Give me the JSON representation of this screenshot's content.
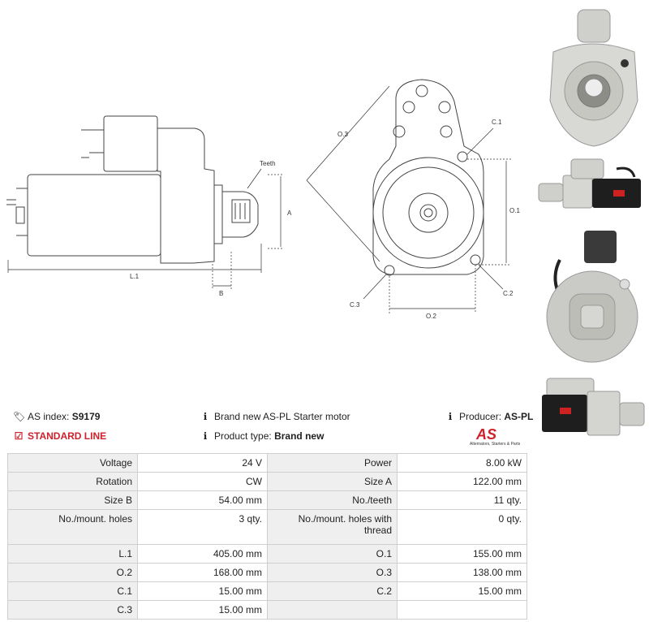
{
  "drawing_labels": {
    "teeth": "Teeth",
    "a": "A",
    "b": "B",
    "l1": "L.1",
    "o1": "O.1",
    "o2": "O.2",
    "o3": "O.3",
    "c1": "C.1",
    "c2": "C.2",
    "c3": "C.3"
  },
  "info": {
    "as_index_label": "AS index:",
    "as_index_value": "S9179",
    "line": "STANDARD LINE",
    "description": "Brand new AS-PL Starter motor",
    "product_type_label": "Product type:",
    "product_type_value": "Brand new",
    "producer_label": "Producer:",
    "producer_value": "AS-PL"
  },
  "logo": {
    "text": "AS",
    "tagline": "Alternators, Starters & Parts",
    "color": "#d0202b"
  },
  "icons": {
    "tag": "tag-icon",
    "check": "checkbox-icon",
    "info": "info-icon"
  },
  "specs": [
    [
      "Voltage",
      "24 V",
      "Power",
      "8.00 kW"
    ],
    [
      "Rotation",
      "CW",
      "Size A",
      "122.00 mm"
    ],
    [
      "Size B",
      "54.00 mm",
      "No./teeth",
      "11 qty."
    ],
    [
      "No./mount. holes",
      "3 qty.",
      "No./mount. holes with thread",
      "0 qty."
    ],
    [
      "L.1",
      "405.00 mm",
      "O.1",
      "155.00 mm"
    ],
    [
      "O.2",
      "168.00 mm",
      "O.3",
      "138.00 mm"
    ],
    [
      "C.1",
      "15.00 mm",
      "C.2",
      "15.00 mm"
    ],
    [
      "C.3",
      "15.00 mm",
      "",
      ""
    ]
  ]
}
